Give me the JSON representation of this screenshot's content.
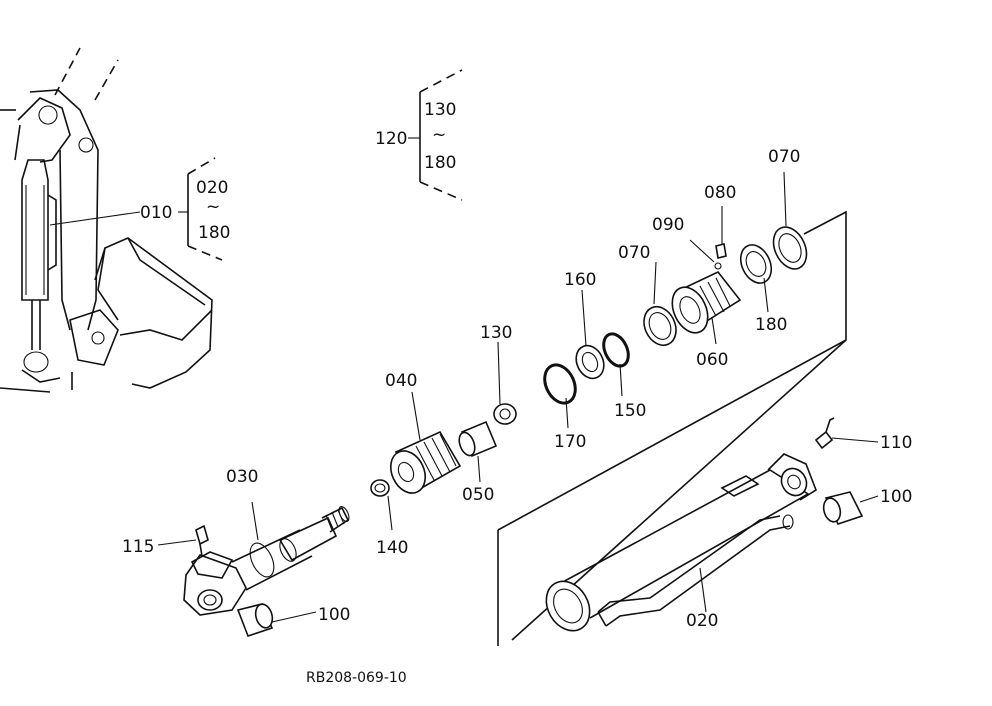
{
  "reference_code": "RB208-069-10",
  "labels": {
    "p010": "010",
    "p020_range_start": "020",
    "p020_range_end": "180",
    "range_mark": "~",
    "p120": "120",
    "p130_range_start": "130",
    "p130_range_end": "180",
    "p020": "020",
    "p030": "030",
    "p040": "040",
    "p050": "050",
    "p060": "060",
    "p070_top": "070",
    "p070_mid": "070",
    "p080": "080",
    "p090": "090",
    "p100_left": "100",
    "p100_right": "100",
    "p110": "110",
    "p115": "115",
    "p130": "130",
    "p140": "140",
    "p150": "150",
    "p160": "160",
    "p170": "170",
    "p180": "180"
  }
}
